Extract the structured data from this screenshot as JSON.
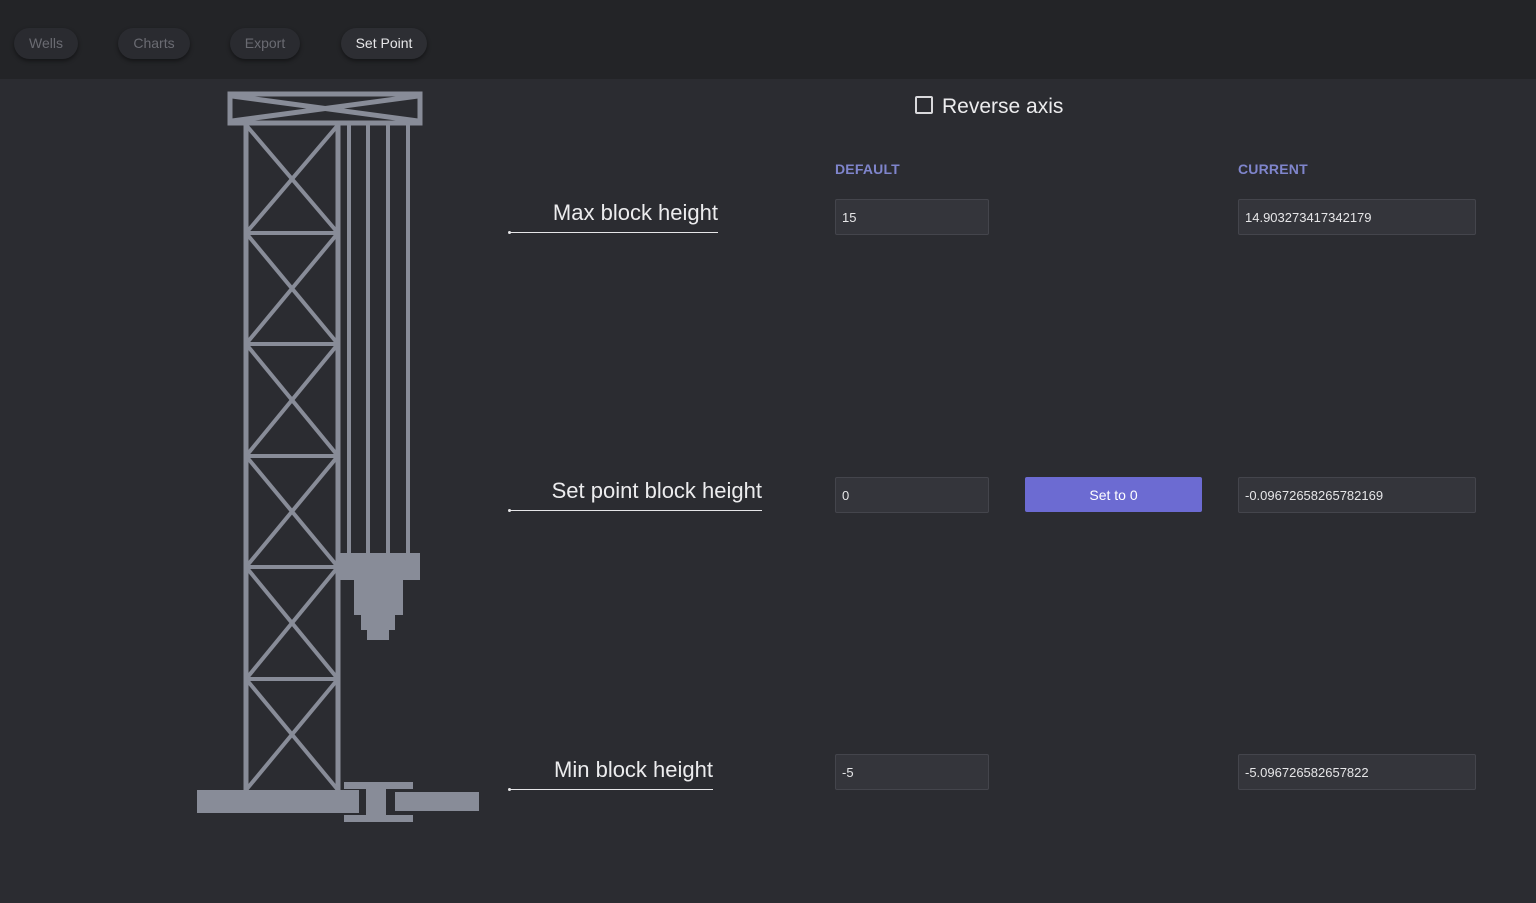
{
  "nav": {
    "tabs": [
      {
        "label": "Wells",
        "active": false
      },
      {
        "label": "Charts",
        "active": false
      },
      {
        "label": "Export",
        "active": false
      },
      {
        "label": "Set Point",
        "active": true
      }
    ]
  },
  "options": {
    "reverse_axis_label": "Reverse axis",
    "reverse_axis_checked": false
  },
  "columns": {
    "default_label": "DEFAULT",
    "current_label": "CURRENT"
  },
  "rows": {
    "max": {
      "label": "Max block height",
      "default": "15",
      "current": "14.903273417342179"
    },
    "set_point": {
      "label": "Set point block height",
      "default": "0",
      "current": "-0.09672658265782169"
    },
    "min": {
      "label": "Min block height",
      "default": "-5",
      "current": "-5.096726582657822"
    }
  },
  "actions": {
    "set_to_zero_label": "Set to 0"
  },
  "colors": {
    "background": "#2b2c31",
    "topbar": "#232427",
    "accent": "#6c6bd2",
    "column_header": "#7f85cc",
    "rig": "#888c98"
  }
}
